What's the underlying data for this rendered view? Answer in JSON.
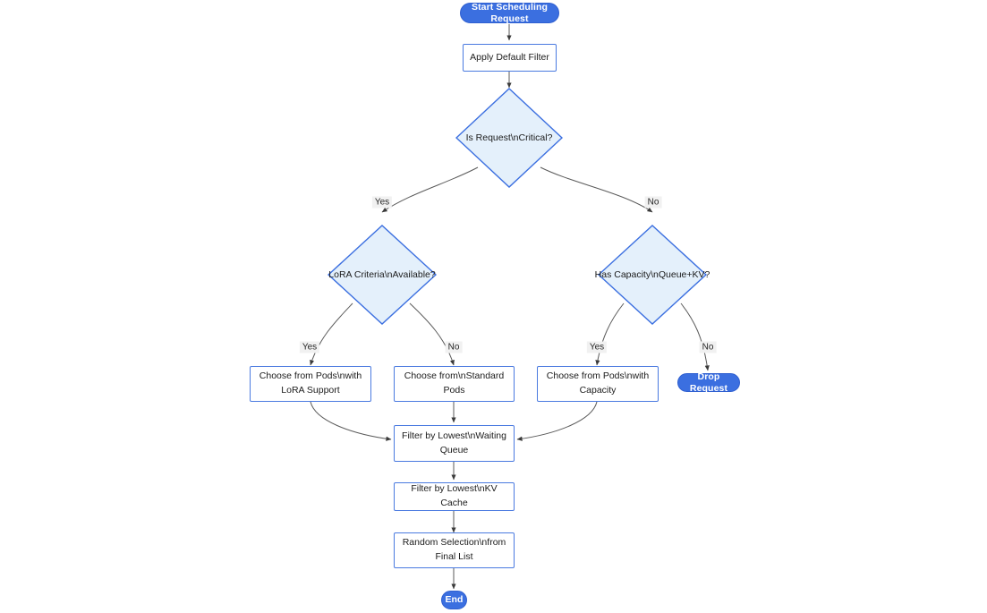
{
  "diagram": {
    "title": "Start Scheduling Request",
    "type": "flowchart",
    "direction": "top-down",
    "colors": {
      "terminal_fill": "#3b6fe0",
      "terminal_text": "#ffffff",
      "process_fill": "#ffffff",
      "process_border": "#4a7ae0",
      "decision_fill": "#e4f0fb",
      "decision_border": "#3b6fe0",
      "edge_stroke": "#5a5a5a",
      "edge_label_bg": "#f1f1f1",
      "text": "#1b1b1b",
      "background": "#ffffff"
    },
    "nodes": {
      "start": {
        "label": "Start Scheduling Request",
        "shape": "terminal"
      },
      "apply_default_filter": {
        "label": "Apply Default Filter",
        "shape": "process"
      },
      "is_request_critical": {
        "label": "Is Request\\nCritical?",
        "shape": "decision"
      },
      "lora_criteria_available": {
        "label": "LoRA Criteria\\nAvailable?",
        "shape": "decision"
      },
      "has_capacity_queue_kv": {
        "label": "Has Capacity\\nQueue+KV?",
        "shape": "decision"
      },
      "choose_pods_lora": {
        "label": "Choose from Pods\\nwith LoRA Support",
        "shape": "process"
      },
      "choose_standard_pods": {
        "label": "Choose from\\nStandard Pods",
        "shape": "process"
      },
      "choose_pods_capacity": {
        "label": "Choose from Pods\\nwith Capacity",
        "shape": "process"
      },
      "drop_request": {
        "label": "Drop Request",
        "shape": "terminal"
      },
      "filter_waiting_queue": {
        "label": "Filter by Lowest\\nWaiting Queue",
        "shape": "process"
      },
      "filter_kv_cache": {
        "label": "Filter by Lowest\\nKV Cache",
        "shape": "process"
      },
      "random_selection": {
        "label": "Random Selection\\nfrom Final List",
        "shape": "process"
      },
      "end": {
        "label": "End",
        "shape": "terminal"
      }
    },
    "edge_labels": {
      "critical_yes": "Yes",
      "critical_no": "No",
      "lora_yes": "Yes",
      "lora_no": "No",
      "capacity_yes": "Yes",
      "capacity_no": "No"
    }
  }
}
